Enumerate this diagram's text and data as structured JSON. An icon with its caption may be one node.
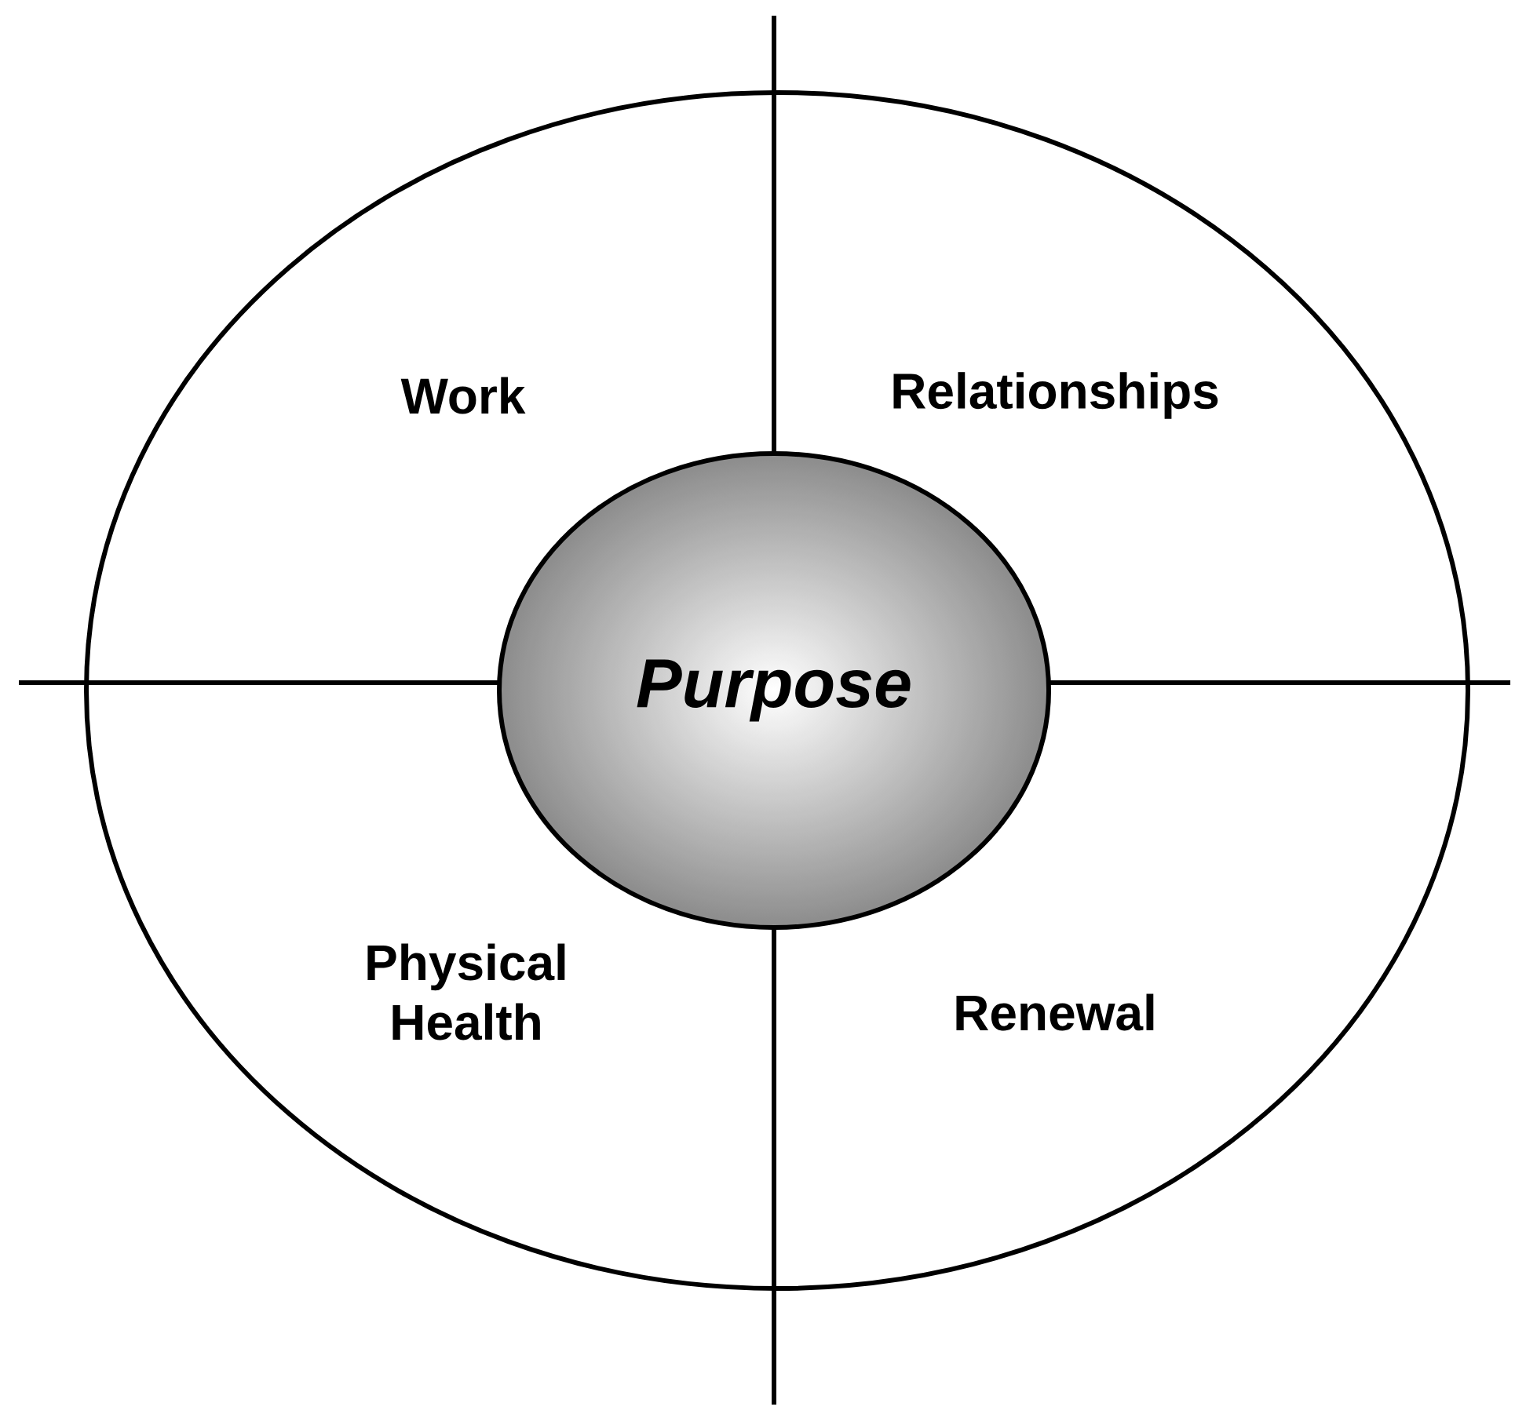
{
  "diagram": {
    "nodes": [
      {
        "text": [
          "Work",
          "Relationships",
          "Physical Health",
          "Renewal"
        ]
      },
      {
        "text": [
          "Purpose"
        ],
        "in": 0
      }
    ]
  }
}
